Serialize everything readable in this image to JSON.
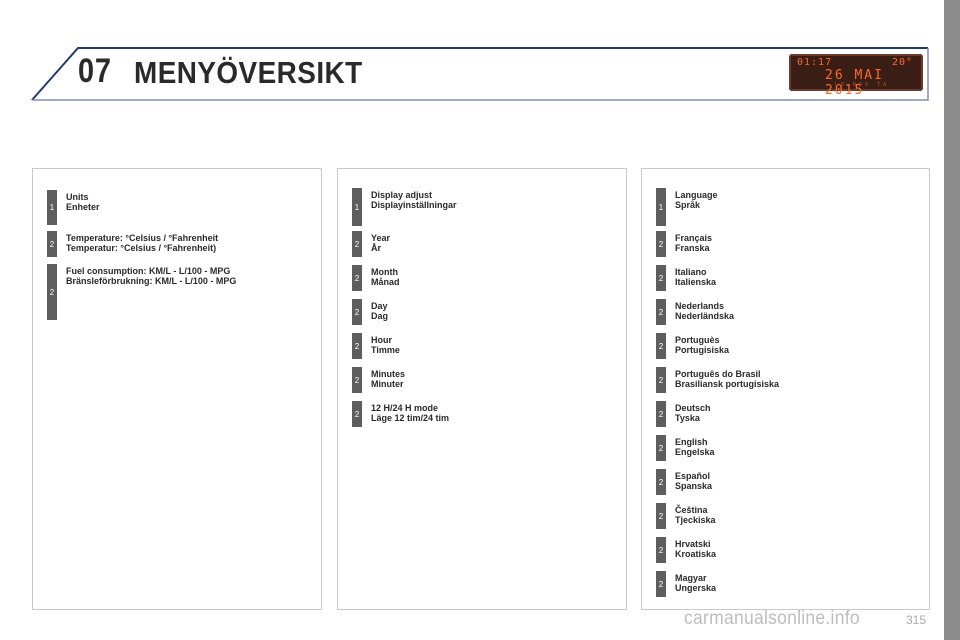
{
  "header": {
    "chapter_number": "07",
    "title": "MENYÖVERSIKT",
    "colors": {
      "accent_line": "#1c3d6e",
      "display_bg": "#3a1d14",
      "display_text": "#ff6a2a"
    }
  },
  "display": {
    "time": "01:17",
    "temperature": "20°",
    "date": "26 MAI 2015",
    "small_text": "LO   RDS  TA"
  },
  "columns": [
    {
      "items": [
        {
          "level": "1",
          "line1": "Units",
          "line2": "Enheter"
        },
        {
          "level": "2",
          "line1": "Temperature: °Celsius / °Fahrenheit",
          "line2": "Temperatur: °Celsius / °Fahrenheit)"
        },
        {
          "level": "2",
          "line1": "Fuel consumption: KM/L - L/100 - MPG",
          "line2": "Bränsleförbrukning: KM/L - L/100 - MPG"
        }
      ]
    },
    {
      "items": [
        {
          "level": "1",
          "line1": "Display adjust",
          "line2": "Displayinställningar"
        },
        {
          "level": "2",
          "line1": "Year",
          "line2": "År"
        },
        {
          "level": "2",
          "line1": "Month",
          "line2": "Månad"
        },
        {
          "level": "2",
          "line1": "Day",
          "line2": "Dag"
        },
        {
          "level": "2",
          "line1": "Hour",
          "line2": "Timme"
        },
        {
          "level": "2",
          "line1": "Minutes",
          "line2": "Minuter"
        },
        {
          "level": "2",
          "line1": "12 H/24 H mode",
          "line2": "Läge 12 tim/24 tim"
        }
      ]
    },
    {
      "items": [
        {
          "level": "1",
          "line1": "Language",
          "line2": "Språk"
        },
        {
          "level": "2",
          "line1": "Français",
          "line2": "Franska"
        },
        {
          "level": "2",
          "line1": "Italiano",
          "line2": "Italienska"
        },
        {
          "level": "2",
          "line1": "Nederlands",
          "line2": "Nederländska"
        },
        {
          "level": "2",
          "line1": "Portuguès",
          "line2": "Portugisiska"
        },
        {
          "level": "2",
          "line1": "Português do Brasil",
          "line2": "Brasiliansk portugisiska"
        },
        {
          "level": "2",
          "line1": "Deutsch",
          "line2": "Tyska"
        },
        {
          "level": "2",
          "line1": "English",
          "line2": "Engelska"
        },
        {
          "level": "2",
          "line1": "Español",
          "line2": "Spanska"
        },
        {
          "level": "2",
          "line1": "Čeština",
          "line2": "Tjeckiska"
        },
        {
          "level": "2",
          "line1": "Hrvatski",
          "line2": "Kroatiska"
        },
        {
          "level": "2",
          "line1": "Magyar",
          "line2": "Ungerska"
        }
      ]
    }
  ],
  "footer": {
    "watermark": "carmanualsonline.info",
    "page_number": "315"
  }
}
